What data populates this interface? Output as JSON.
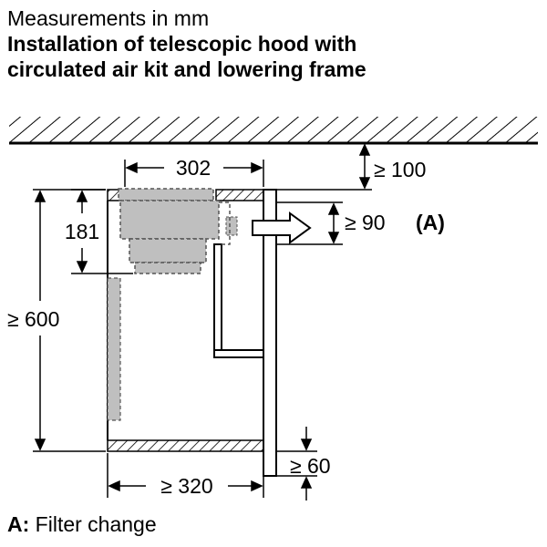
{
  "header": {
    "subtitle": "Measurements in mm",
    "title_line1": "Installation of telescopic hood with",
    "title_line2": "circulated air kit and lowering frame"
  },
  "dimensions": {
    "width_top": "302",
    "ceiling_gap": "≥ 100",
    "hood_height": "181",
    "airflow_gap": "≥ 90",
    "airflow_label": "(A)",
    "cabinet_height": "≥ 600",
    "frame_bottom": "≥ 60",
    "width_bottom": "≥ 320"
  },
  "caption": {
    "key": "A:",
    "text": "Filter change"
  }
}
